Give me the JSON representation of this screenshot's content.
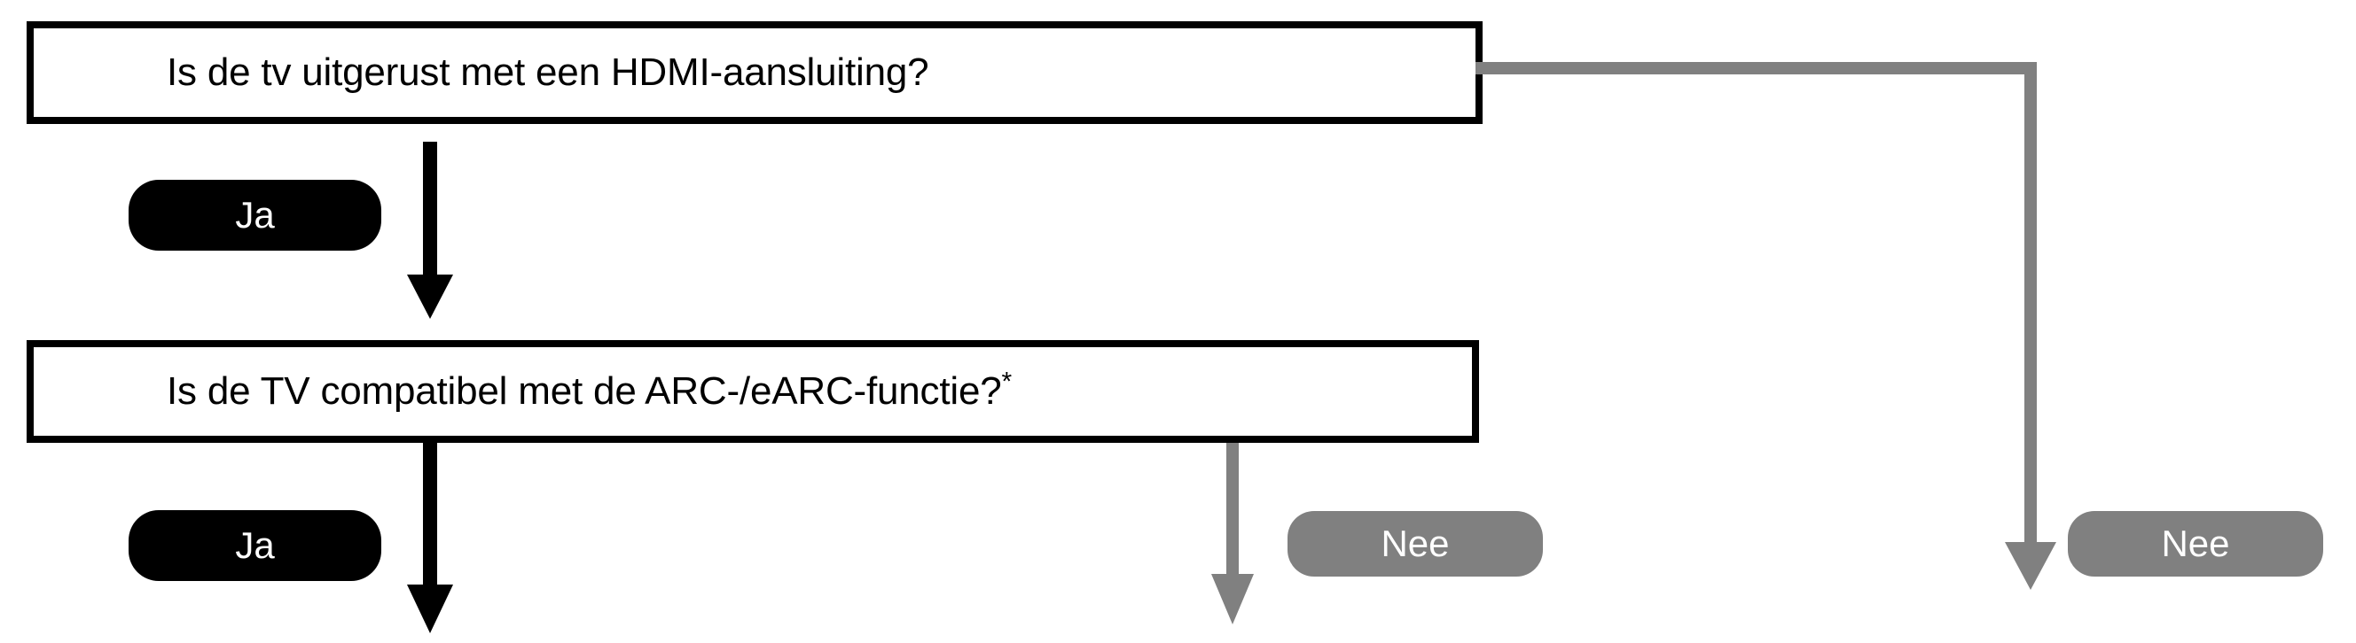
{
  "diagram": {
    "title_text": "",
    "colors": {
      "box_border": "#000000",
      "box_background": "#ffffff",
      "yes_badge": "#000000",
      "no_badge": "#808080",
      "yes_arrow": "#000000",
      "no_arrow": "#808080",
      "badge_text": "#ffffff",
      "box_text": "#000000"
    },
    "nodes": [
      {
        "id": "box-hdmi",
        "type": "decision",
        "text": "Is de tv uitgerust met een HDMI-aansluiting?",
        "footnote": ""
      },
      {
        "id": "box-arc",
        "type": "decision",
        "text": "Is de TV compatibel met de ARC-/eARC-functie?",
        "footnote": "*"
      }
    ],
    "badges": [
      {
        "id": "badge-ja-1",
        "label": "Ja",
        "style": "yes",
        "from": "box-hdmi"
      },
      {
        "id": "badge-ja-2",
        "label": "Ja",
        "style": "yes",
        "from": "box-arc"
      },
      {
        "id": "badge-nee-1",
        "label": "Nee",
        "style": "no",
        "from": "box-arc"
      },
      {
        "id": "badge-nee-2",
        "label": "Nee",
        "style": "no",
        "from": "box-hdmi"
      }
    ],
    "edges": [
      {
        "id": "arrow-hdmi-yes",
        "label": "Ja",
        "color": "#000000",
        "direction": "down",
        "from": "box-hdmi",
        "to": "box-arc"
      },
      {
        "id": "arrow-arc-yes",
        "label": "Ja",
        "color": "#000000",
        "direction": "down",
        "from": "box-arc",
        "to": ""
      },
      {
        "id": "arrow-arc-no",
        "label": "Nee",
        "color": "#808080",
        "direction": "down",
        "from": "box-arc",
        "to": ""
      },
      {
        "id": "connector-hdmi-no",
        "label": "Nee",
        "color": "#808080",
        "direction": "right-down",
        "from": "box-hdmi",
        "to": ""
      }
    ]
  }
}
